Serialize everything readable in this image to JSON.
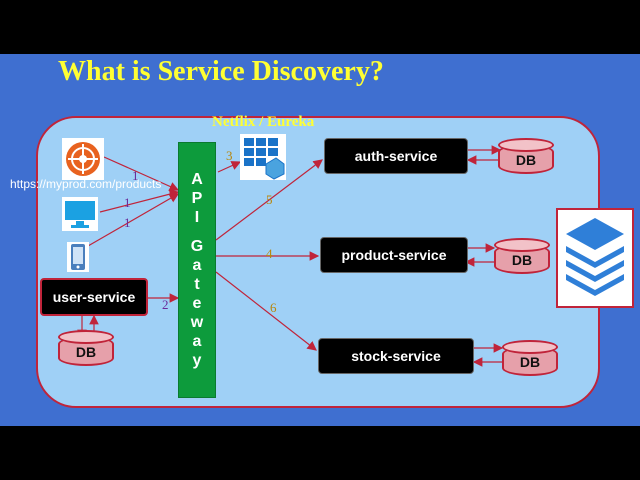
{
  "title": "What is Service Discovery?",
  "eureka_label": "Netflix / Eureka",
  "client_url": "https://myprod.com/products",
  "gateway": {
    "letters_top": [
      "A",
      "P",
      "I"
    ],
    "letters_bottom": [
      "G",
      "a",
      "t",
      "e",
      "w",
      "a",
      "y"
    ]
  },
  "services": {
    "auth": "auth-service",
    "product": "product-service",
    "stock": "stock-service",
    "user": "user-service"
  },
  "db_label": "DB",
  "step_numbers": {
    "client1": "1",
    "client2": "1",
    "client3": "1",
    "user": "2",
    "eureka": "3",
    "product": "4",
    "auth": "5",
    "stock": "6"
  },
  "icons": [
    "web-client-icon",
    "desktop-client-icon",
    "mobile-client-icon",
    "eureka-registry-icon",
    "layers-stack-icon"
  ],
  "colors": {
    "background": "#3f6fd0",
    "panel": "#9fd0f6",
    "border": "#c0243a",
    "title": "#ffff33",
    "gateway": "#0d9b3c",
    "db_fill": "#e6a0aa"
  }
}
